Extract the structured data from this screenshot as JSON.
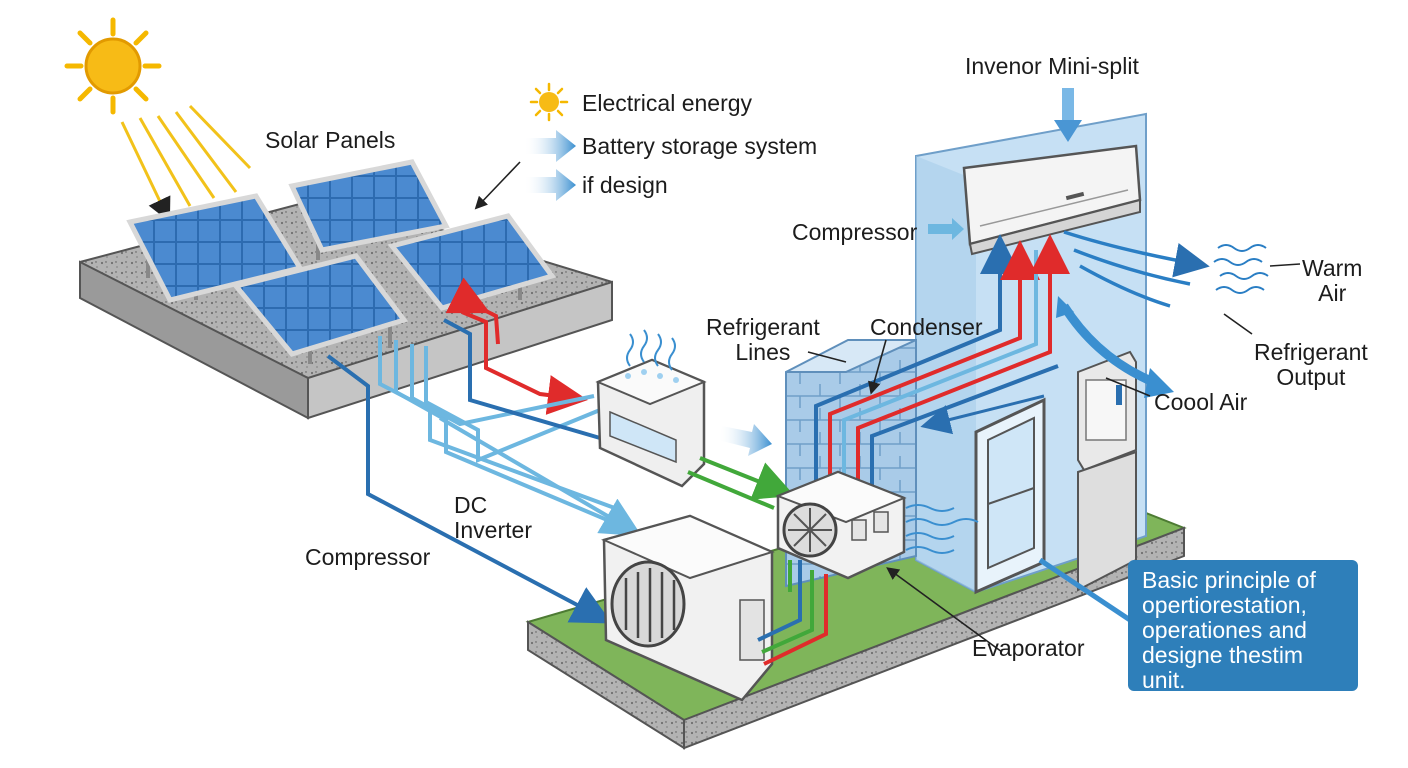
{
  "labels": {
    "solar_panels": "Solar Panels",
    "electrical_energy": "Electrical energy",
    "battery_storage": "Battery storage system",
    "if_design": "if design",
    "mini_split": "Invenor Mini-split",
    "compressor_top": "Compressor",
    "refrigerant_lines": "Refrigerant\nLines",
    "condenser": "Condenser",
    "warm_air": "Warm\nAir",
    "refrigerant_output": "Refrigerant\nOutput",
    "cool_air": "Coool Air",
    "dc_inverter": "DC\nInverter",
    "compressor_bottom": "Compressor",
    "evaporator": "Evaporator"
  },
  "callout": {
    "text": "Basic principle of\nopertiorestation,\noperationes and\ndesigne thestim\nunit."
  },
  "colors": {
    "sun": "#f5b800",
    "panel_blue": "#2f6fb3",
    "red_line": "#e02b2b",
    "blue_line": "#2a6fb0",
    "light_blue_line": "#6db7e0",
    "green_line": "#41a83a",
    "wall": "#c6e0f4",
    "grass": "#7fb55a",
    "callout": "#2e7fba"
  }
}
